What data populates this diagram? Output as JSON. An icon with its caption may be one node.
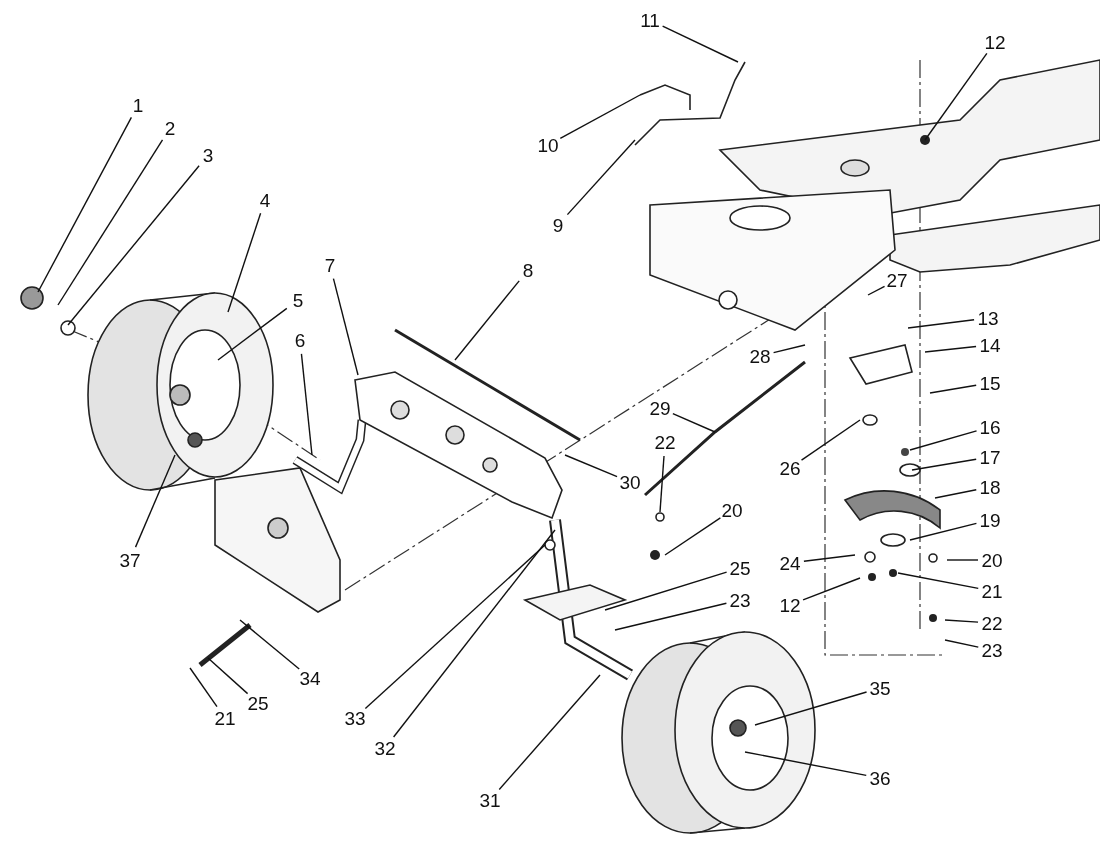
{
  "diagram": {
    "nodes": [
      {
        "text": [
          "1"
        ]
      },
      {
        "text": [
          "2"
        ]
      },
      {
        "text": [
          "3"
        ]
      },
      {
        "text": [
          "4"
        ]
      },
      {
        "text": [
          "5"
        ]
      },
      {
        "text": [
          "6"
        ]
      },
      {
        "text": [
          "7"
        ]
      },
      {
        "text": [
          "8"
        ]
      },
      {
        "text": [
          "9"
        ]
      },
      {
        "text": [
          "10"
        ]
      },
      {
        "text": [
          "11"
        ]
      },
      {
        "text": [
          "12"
        ]
      },
      {
        "text": [
          "13"
        ]
      },
      {
        "text": [
          "14"
        ]
      },
      {
        "text": [
          "15"
        ]
      },
      {
        "text": [
          "16"
        ]
      },
      {
        "text": [
          "17"
        ]
      },
      {
        "text": [
          "18"
        ]
      },
      {
        "text": [
          "19"
        ]
      },
      {
        "text": [
          "20"
        ]
      },
      {
        "text": [
          "21"
        ]
      },
      {
        "text": [
          "22"
        ]
      },
      {
        "text": [
          "23"
        ]
      },
      {
        "text": [
          "24"
        ]
      },
      {
        "text": [
          "25"
        ]
      },
      {
        "text": [
          "26"
        ]
      },
      {
        "text": [
          "27"
        ]
      },
      {
        "text": [
          "28"
        ]
      },
      {
        "text": [
          "29"
        ]
      },
      {
        "text": [
          "30"
        ]
      },
      {
        "text": [
          "31"
        ]
      },
      {
        "text": [
          "32"
        ]
      },
      {
        "text": [
          "33"
        ]
      },
      {
        "text": [
          "34"
        ]
      },
      {
        "text": [
          "35"
        ]
      },
      {
        "text": [
          "36"
        ]
      },
      {
        "text": [
          "37"
        ]
      },
      {
        "text": [
          "12"
        ]
      },
      {
        "text": [
          "20"
        ]
      },
      {
        "text": [
          "21"
        ]
      },
      {
        "text": [
          "22"
        ]
      },
      {
        "text": [
          "23"
        ]
      },
      {
        "text": [
          "25"
        ]
      }
    ],
    "edges": [
      {
        "from": 0,
        "to": null,
        "arrow": "none"
      },
      {
        "from": 1,
        "to": null,
        "arrow": "none"
      },
      {
        "from": 2,
        "to": null,
        "arrow": "none"
      },
      {
        "from": 3,
        "to": null,
        "arrow": "none"
      },
      {
        "from": 4,
        "to": null,
        "arrow": "none"
      },
      {
        "from": 5,
        "to": null,
        "arrow": "none"
      },
      {
        "from": 6,
        "to": null,
        "arrow": "none"
      },
      {
        "from": 7,
        "to": null,
        "arrow": "none"
      },
      {
        "from": 8,
        "to": null,
        "arrow": "none"
      },
      {
        "from": 9,
        "to": null,
        "arrow": "none"
      },
      {
        "from": 10,
        "to": null,
        "arrow": "none"
      },
      {
        "from": 11,
        "to": null,
        "arrow": "none"
      },
      {
        "from": 12,
        "to": null,
        "arrow": "none"
      },
      {
        "from": 13,
        "to": null,
        "arrow": "none"
      },
      {
        "from": 14,
        "to": null,
        "arrow": "none"
      },
      {
        "from": 15,
        "to": null,
        "arrow": "none"
      },
      {
        "from": 16,
        "to": null,
        "arrow": "none"
      },
      {
        "from": 17,
        "to": null,
        "arrow": "none"
      },
      {
        "from": 18,
        "to": null,
        "arrow": "none"
      },
      {
        "from": 19,
        "to": null,
        "arrow": "none"
      },
      {
        "from": 20,
        "to": null,
        "arrow": "none"
      },
      {
        "from": 21,
        "to": null,
        "arrow": "none"
      },
      {
        "from": 22,
        "to": null,
        "arrow": "none"
      },
      {
        "from": 23,
        "to": null,
        "arrow": "none"
      },
      {
        "from": 24,
        "to": null,
        "arrow": "none"
      },
      {
        "from": 25,
        "to": null,
        "arrow": "none"
      },
      {
        "from": 26,
        "to": null,
        "arrow": "none"
      },
      {
        "from": 27,
        "to": null,
        "arrow": "none"
      },
      {
        "from": 28,
        "to": null,
        "arrow": "none"
      },
      {
        "from": 29,
        "to": null,
        "arrow": "none"
      },
      {
        "from": 30,
        "to": null,
        "arrow": "none"
      },
      {
        "from": 31,
        "to": null,
        "arrow": "none"
      },
      {
        "from": 32,
        "to": null,
        "arrow": "none"
      },
      {
        "from": 33,
        "to": null,
        "arrow": "none"
      },
      {
        "from": 34,
        "to": null,
        "arrow": "none"
      },
      {
        "from": 35,
        "to": null,
        "arrow": "none"
      },
      {
        "from": 36,
        "to": null,
        "arrow": "none"
      },
      {
        "from": 37,
        "to": null,
        "arrow": "none"
      },
      {
        "from": 38,
        "to": null,
        "arrow": "none"
      },
      {
        "from": 39,
        "to": null,
        "arrow": "none"
      },
      {
        "from": 40,
        "to": null,
        "arrow": "none"
      },
      {
        "from": 41,
        "to": null,
        "arrow": "none"
      },
      {
        "from": 42,
        "to": null,
        "arrow": "none"
      }
    ]
  }
}
